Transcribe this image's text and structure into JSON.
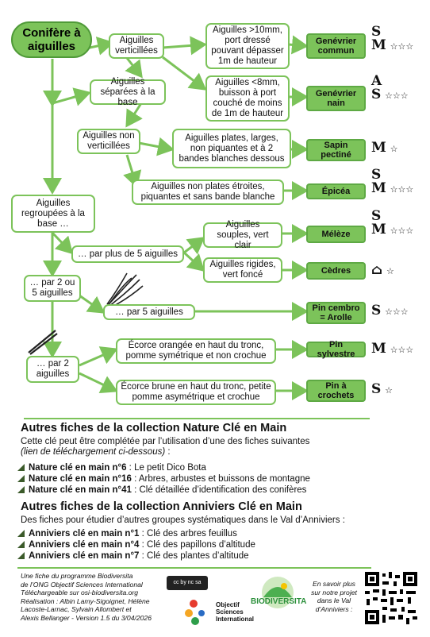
{
  "key": {
    "root": "Conifère à aiguilles",
    "n_verticillees": "Aiguilles verticillées",
    "n_separees": "Aiguilles séparées à la base",
    "n_non_vert": "Aiguilles non verticillées",
    "n_regroupees": "Aiguilles regroupées à la base …",
    "n_long": "Aiguilles >10mm, port dressé pouvant dépasser 1m de hauteur",
    "n_court": "Aiguilles <8mm, buisson à port couché de moins de 1m de hauteur",
    "n_plates": "Aiguilles plates, larges, non piquantes et à 2 bandes blanches dessous",
    "n_nonplates": "Aiguilles non plates étroites, piquantes et sans bande blanche",
    "n_plus5": "… par plus de 5 aiguilles",
    "n_souples": "Aiguilles souples, vert clair",
    "n_rigides": "Aiguilles rigides, vert foncé",
    "n_par2ou5": "… par 2 ou 5 aiguilles",
    "n_par5": "… par 5 aiguilles",
    "n_par2": "… par 2 aiguilles",
    "n_orangee": "Écorce orangée en haut du tronc, pomme symétrique et non crochue",
    "n_brune": "Écorce brune en haut du tronc, petite pomme asymétrique et crochue"
  },
  "species": [
    {
      "name": "Genévrier commun",
      "marks": [
        "S",
        "M"
      ],
      "stars": "☆☆☆"
    },
    {
      "name": "Genévrier nain",
      "marks": [
        "A",
        "S"
      ],
      "stars": "☆☆☆"
    },
    {
      "name": "Sapin pectiné",
      "marks": [
        "M"
      ],
      "stars": "☆"
    },
    {
      "name": "Épicéa",
      "marks": [
        "S",
        "M"
      ],
      "stars": "☆☆☆"
    },
    {
      "name": "Mélèze",
      "marks": [
        "S",
        "M"
      ],
      "stars": "☆☆☆"
    },
    {
      "name": "Cèdres",
      "marks": [
        "⌂"
      ],
      "stars": "☆"
    },
    {
      "name": "Pin cembro = Arolle",
      "marks": [
        "S"
      ],
      "stars": "☆☆☆"
    },
    {
      "name": "Pin sylvestre",
      "marks": [
        "M"
      ],
      "stars": "☆☆☆"
    },
    {
      "name": "Pin à crochets",
      "marks": [
        "S"
      ],
      "stars": "☆"
    }
  ],
  "nature": {
    "title": "Autres fiches de la collection Nature Clé en Main",
    "intro": "Cette clé peut être complétée par l’utilisation d’une des fiches suivantes",
    "intro_italic": "(lien de téléchargement ci-dessous)",
    "intro_end": " :",
    "items": [
      {
        "label": "Nature clé en main n°6",
        "text": " : Le petit Dico Bota"
      },
      {
        "label": "Nature clé en main n°16",
        "text": " : Arbres, arbustes et buissons de montagne"
      },
      {
        "label": "Nature clé en main n°41",
        "text": " : Clé détaillée d’identification des conifères"
      }
    ]
  },
  "anniv": {
    "title": "Autres fiches de la collection Anniviers Clé en Main",
    "intro": "Des fiches pour étudier d’autres groupes systématiques dans le Val d’Anniviers :",
    "items": [
      {
        "label": "Anniviers clé en main n°1",
        "text": " : Clé des arbres feuillus"
      },
      {
        "label": "Anniviers clé en main n°4",
        "text": " : Clé des papillons d’altitude"
      },
      {
        "label": "Anniviers clé en main n°7",
        "text": " : Clé des plantes d’altitude"
      }
    ]
  },
  "footer": {
    "l1": "Une fiche du programme Biodiversita",
    "l2": "de l’ONG Objectif Sciences International",
    "l3": "Téléchargeable sur osi-biodiversita.org",
    "l4": "Réalisation : Albin Lamy-Sigoignet, Hélène",
    "l5": "Lacoste-Larnac, Sylvain Allombert et",
    "l6": "Alexis Bellanger - Version 1.5 du 3/04/2026",
    "osi1": "Objectif",
    "osi2": "Sciences",
    "osi3": "International",
    "bio": "BIODIVERSITA",
    "more1": "En savoir plus",
    "more2": "sur notre projet",
    "more3": "dans le Val",
    "more4": "d’Anniviers :",
    "cc": "cc by nc sa"
  },
  "colors": {
    "green": "#7cc35a",
    "dark_green": "#3b5a2a"
  }
}
